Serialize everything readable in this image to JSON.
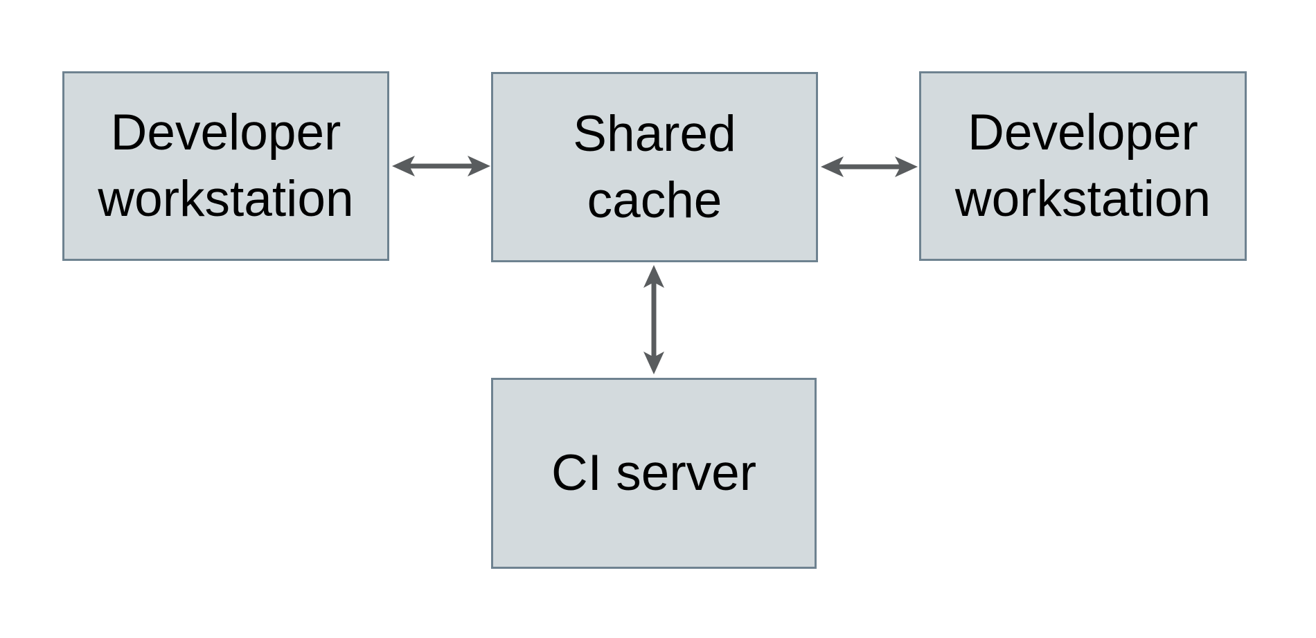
{
  "theme": {
    "page_bg": "#ffffff",
    "node_fill": "#d3dadd",
    "node_border": "#6e8290",
    "arrow_color": "#595c5e",
    "text_color": "#000000"
  },
  "diagram": {
    "title": "",
    "nodes": [
      {
        "id": "developer-workstation-left",
        "label": "Developer workstation",
        "lines": [
          "Developer",
          "workstation"
        ]
      },
      {
        "id": "shared-cache",
        "label": "Shared cache",
        "lines": [
          "Shared",
          "cache"
        ]
      },
      {
        "id": "developer-workstation-right",
        "label": "Developer workstation",
        "lines": [
          "Developer",
          "workstation"
        ]
      },
      {
        "id": "ci-server",
        "label": "CI server",
        "lines": [
          "CI server"
        ]
      }
    ],
    "edges": [
      {
        "from": "developer-workstation-left",
        "to": "shared-cache",
        "direction": "bidirectional",
        "orientation": "horizontal"
      },
      {
        "from": "shared-cache",
        "to": "developer-workstation-right",
        "direction": "bidirectional",
        "orientation": "horizontal"
      },
      {
        "from": "shared-cache",
        "to": "ci-server",
        "direction": "bidirectional",
        "orientation": "vertical"
      }
    ]
  }
}
